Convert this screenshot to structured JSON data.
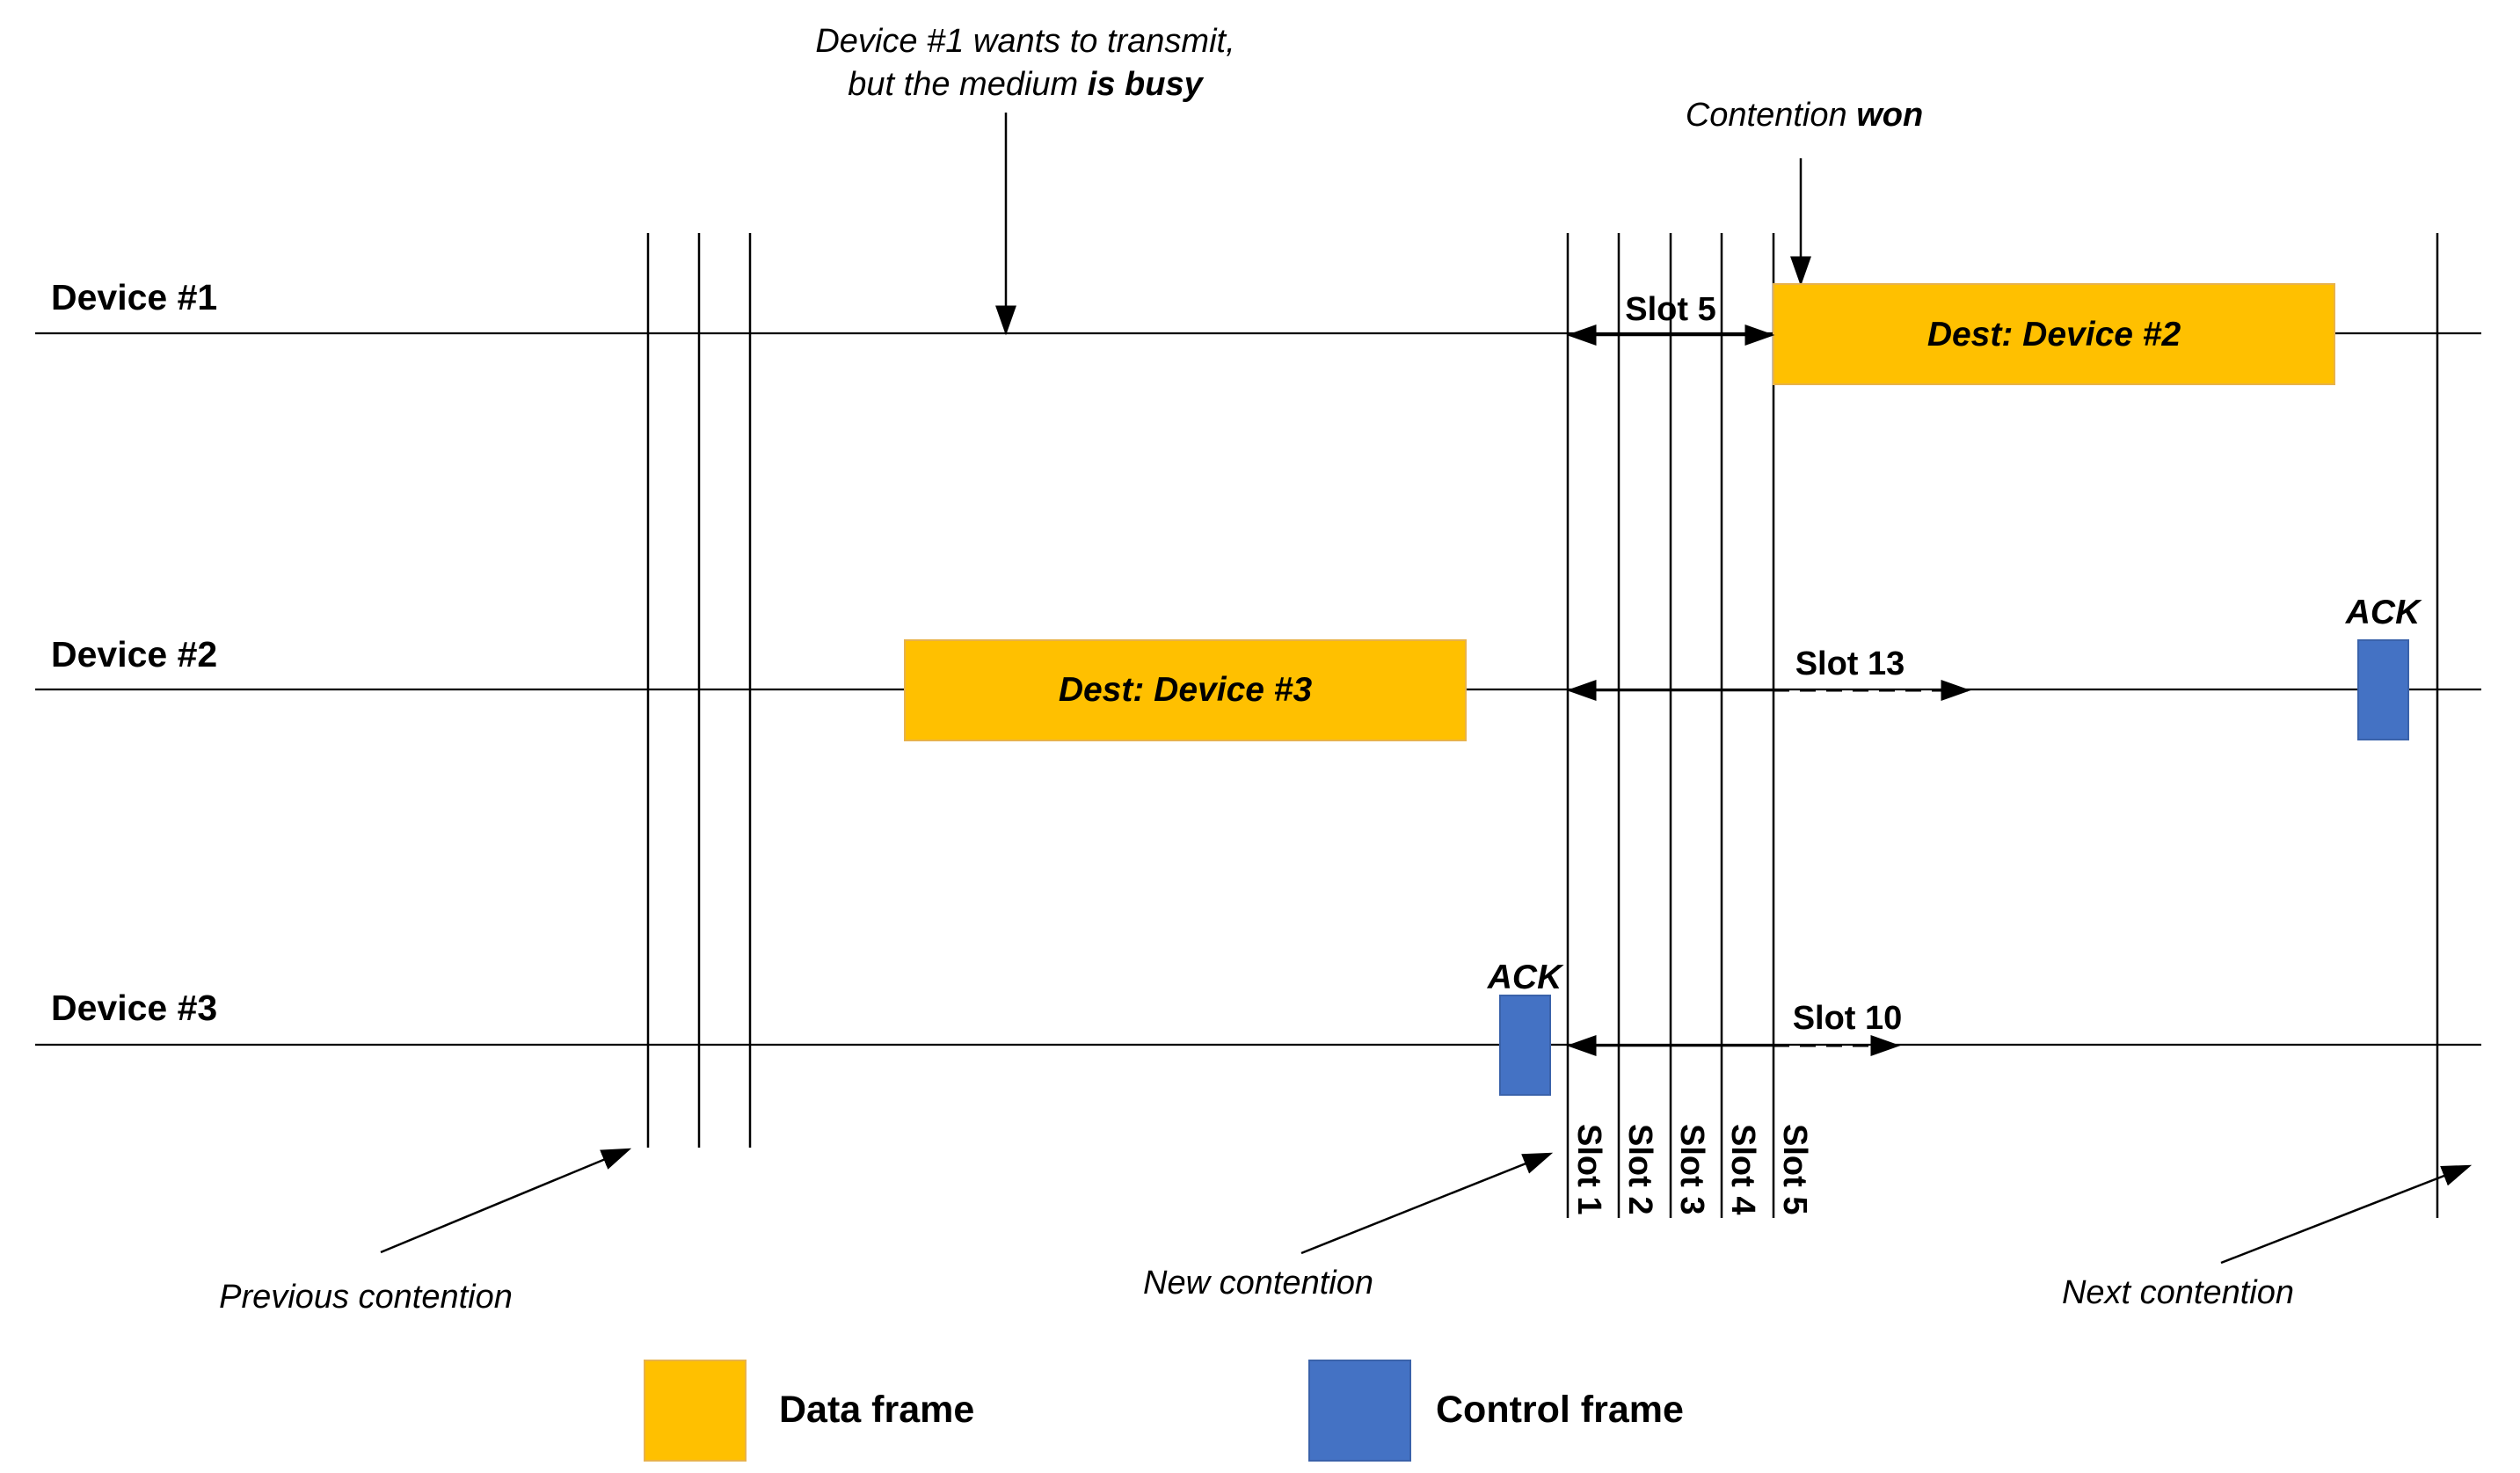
{
  "devices": [
    {
      "label": "Device #1"
    },
    {
      "label": "Device #2"
    },
    {
      "label": "Device #3"
    }
  ],
  "annotations": {
    "medium_busy_line1": "Device #1 wants to transmit,",
    "medium_busy_line2_prefix": "but the medium ",
    "medium_busy_line2_bold": "is busy",
    "contention_won_prefix": "Contention ",
    "contention_won_bold": "won",
    "previous_contention": "Previous contention",
    "new_contention": "New contention",
    "next_contention": "Next contention"
  },
  "frames": {
    "device1_data": "Dest: Device #2",
    "device2_data": "Dest: Device #3",
    "device2_ack": "ACK",
    "device3_ack": "ACK"
  },
  "backoff": {
    "device1": "Slot 5",
    "device2": "Slot 13",
    "device3": "Slot 10"
  },
  "slots": [
    "Slot 1",
    "Slot 2",
    "Slot 3",
    "Slot 4",
    "Slot 5"
  ],
  "legend": {
    "data_frame": "Data frame",
    "control_frame": "Control frame"
  },
  "colors": {
    "data_frame": "#FFC000",
    "control_frame": "#4472C4",
    "data_frame_border": "#E8B24A",
    "control_frame_border": "#3A62AA"
  }
}
